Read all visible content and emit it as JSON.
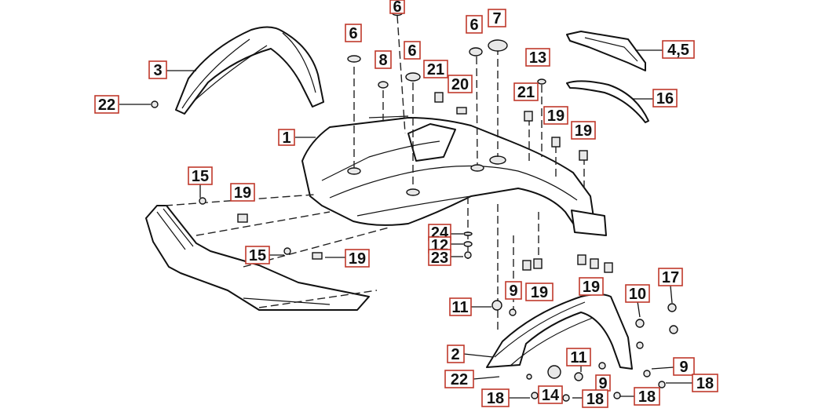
{
  "callouts": [
    {
      "label": "6"
    },
    {
      "label": "6"
    },
    {
      "label": "6"
    },
    {
      "label": "6"
    },
    {
      "label": "7"
    },
    {
      "label": "8"
    },
    {
      "label": "3"
    },
    {
      "label": "4,5"
    },
    {
      "label": "13"
    },
    {
      "label": "21"
    },
    {
      "label": "20"
    },
    {
      "label": "21"
    },
    {
      "label": "16"
    },
    {
      "label": "22"
    },
    {
      "label": "19"
    },
    {
      "label": "19"
    },
    {
      "label": "1"
    },
    {
      "label": "15"
    },
    {
      "label": "19"
    },
    {
      "label": "24"
    },
    {
      "label": "12"
    },
    {
      "label": "23"
    },
    {
      "label": "15"
    },
    {
      "label": "19"
    },
    {
      "label": "19"
    },
    {
      "label": "17"
    },
    {
      "label": "9"
    },
    {
      "label": "19"
    },
    {
      "label": "10"
    },
    {
      "label": "11"
    },
    {
      "label": "2"
    },
    {
      "label": "11"
    },
    {
      "label": "9"
    },
    {
      "label": "22"
    },
    {
      "label": "9"
    },
    {
      "label": "18"
    },
    {
      "label": "14"
    },
    {
      "label": "18"
    },
    {
      "label": "18"
    },
    {
      "label": "18"
    }
  ]
}
